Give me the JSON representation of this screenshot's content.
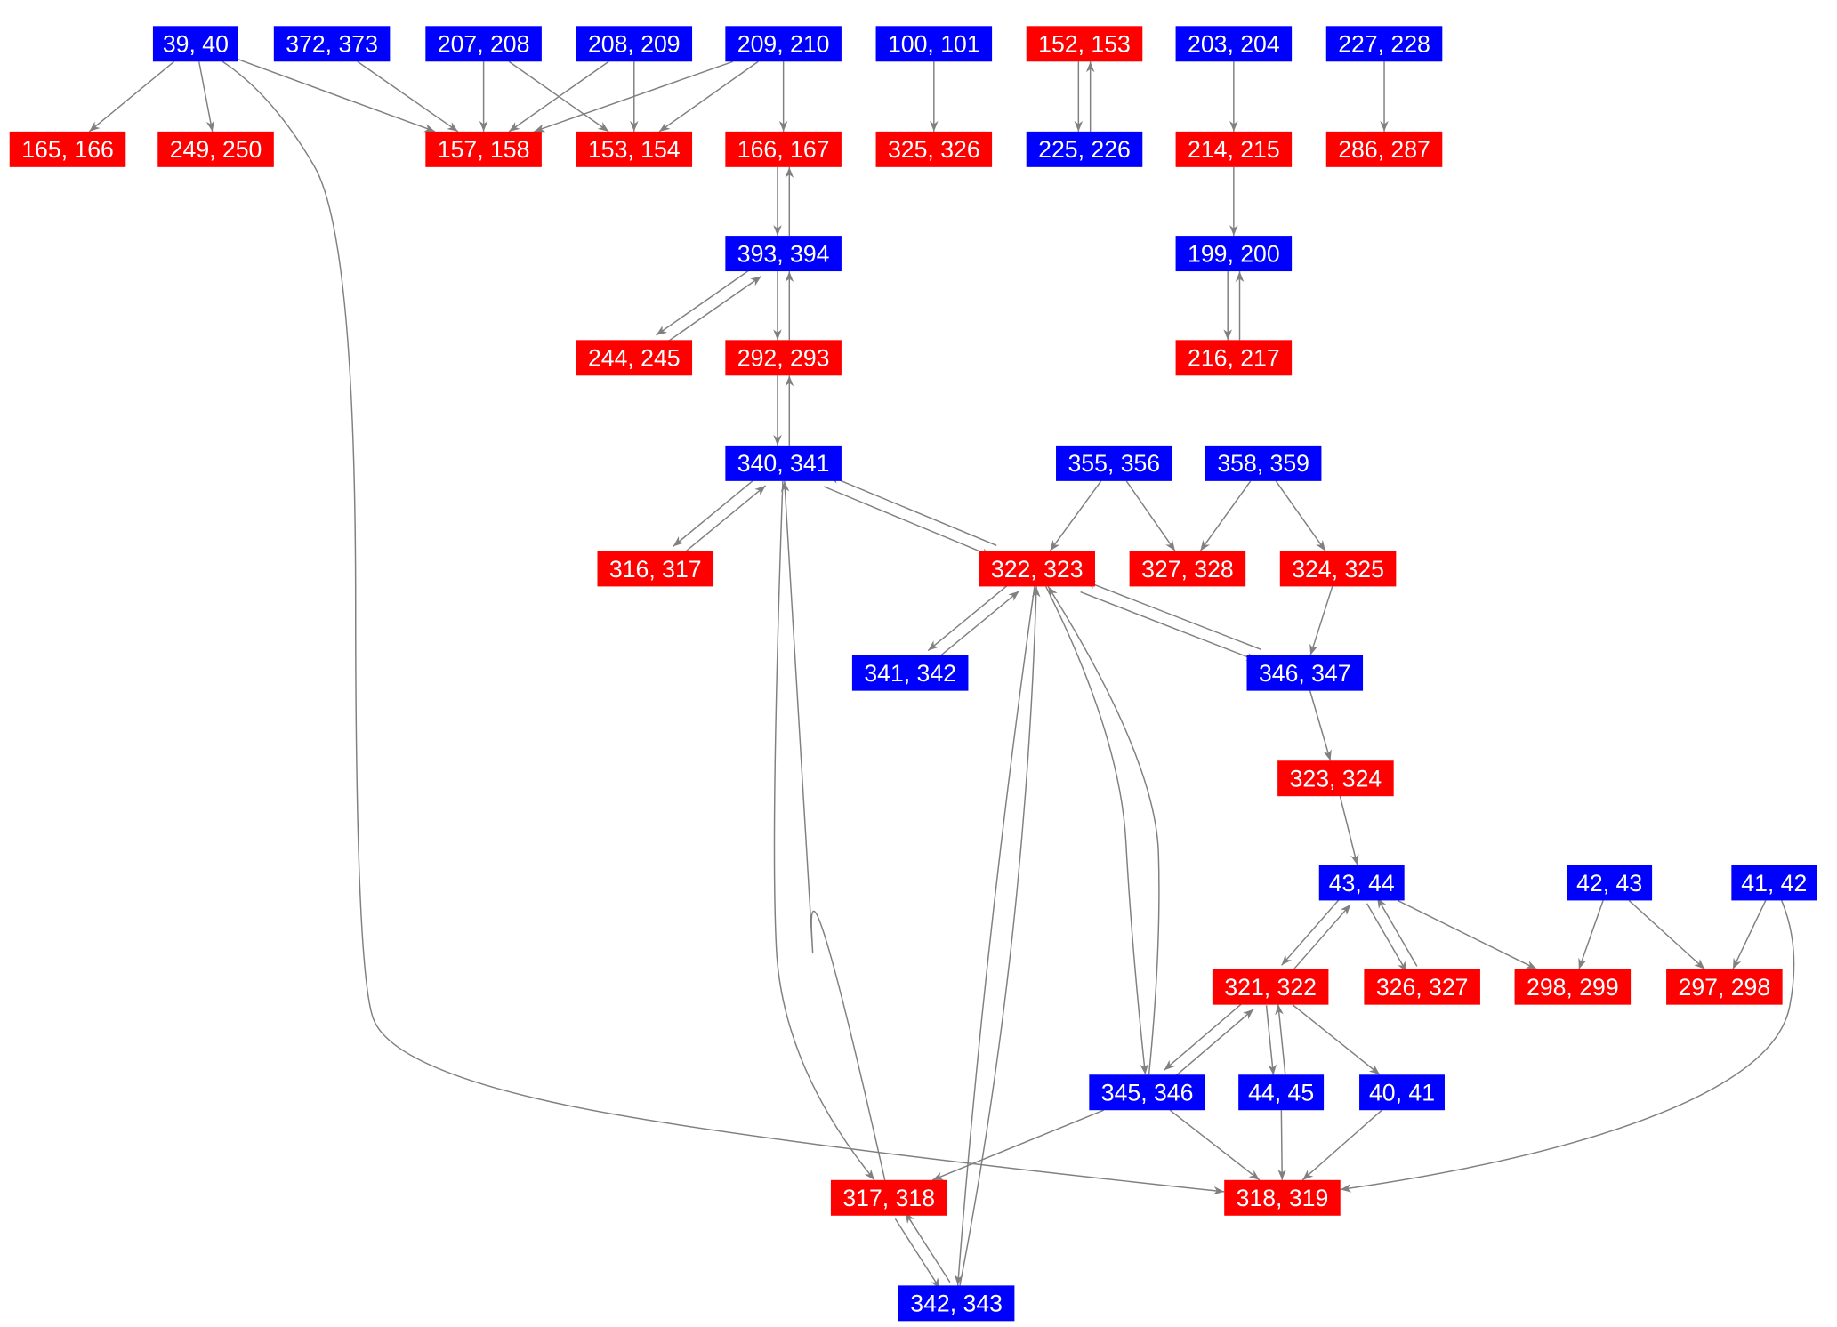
{
  "colors": {
    "blue": "#0000ff",
    "red": "#ff0000",
    "edge": "#808080"
  },
  "nodes": [
    {
      "id": "39, 40",
      "color": "blue"
    },
    {
      "id": "372, 373",
      "color": "blue"
    },
    {
      "id": "207, 208",
      "color": "blue"
    },
    {
      "id": "208, 209",
      "color": "blue"
    },
    {
      "id": "209, 210",
      "color": "blue"
    },
    {
      "id": "100, 101",
      "color": "blue"
    },
    {
      "id": "152, 153",
      "color": "red"
    },
    {
      "id": "203, 204",
      "color": "blue"
    },
    {
      "id": "227, 228",
      "color": "blue"
    },
    {
      "id": "165, 166",
      "color": "red"
    },
    {
      "id": "249, 250",
      "color": "red"
    },
    {
      "id": "157, 158",
      "color": "red"
    },
    {
      "id": "153, 154",
      "color": "red"
    },
    {
      "id": "166, 167",
      "color": "red"
    },
    {
      "id": "325, 326",
      "color": "red"
    },
    {
      "id": "225, 226",
      "color": "blue"
    },
    {
      "id": "214, 215",
      "color": "red"
    },
    {
      "id": "286, 287",
      "color": "red"
    },
    {
      "id": "393, 394",
      "color": "blue"
    },
    {
      "id": "199, 200",
      "color": "blue"
    },
    {
      "id": "244, 245",
      "color": "red"
    },
    {
      "id": "292, 293",
      "color": "red"
    },
    {
      "id": "216, 217",
      "color": "red"
    },
    {
      "id": "340, 341",
      "color": "blue"
    },
    {
      "id": "355, 356",
      "color": "blue"
    },
    {
      "id": "358, 359",
      "color": "blue"
    },
    {
      "id": "316, 317",
      "color": "red"
    },
    {
      "id": "322, 323",
      "color": "red"
    },
    {
      "id": "327, 328",
      "color": "red"
    },
    {
      "id": "324, 325",
      "color": "red"
    },
    {
      "id": "341, 342",
      "color": "blue"
    },
    {
      "id": "346, 347",
      "color": "blue"
    },
    {
      "id": "323, 324",
      "color": "red"
    },
    {
      "id": "43, 44",
      "color": "blue"
    },
    {
      "id": "42, 43",
      "color": "blue"
    },
    {
      "id": "41, 42",
      "color": "blue"
    },
    {
      "id": "321, 322",
      "color": "red"
    },
    {
      "id": "326, 327",
      "color": "red"
    },
    {
      "id": "298, 299",
      "color": "red"
    },
    {
      "id": "297, 298",
      "color": "red"
    },
    {
      "id": "345, 346",
      "color": "blue"
    },
    {
      "id": "44, 45",
      "color": "blue"
    },
    {
      "id": "40, 41",
      "color": "blue"
    },
    {
      "id": "317, 318",
      "color": "red"
    },
    {
      "id": "318, 319",
      "color": "red"
    },
    {
      "id": "342, 343",
      "color": "blue"
    }
  ],
  "edges": [
    [
      "39, 40",
      "165, 166"
    ],
    [
      "39, 40",
      "249, 250"
    ],
    [
      "39, 40",
      "157, 158"
    ],
    [
      "39, 40",
      "318, 319"
    ],
    [
      "372, 373",
      "157, 158"
    ],
    [
      "207, 208",
      "157, 158"
    ],
    [
      "207, 208",
      "153, 154"
    ],
    [
      "208, 209",
      "157, 158"
    ],
    [
      "208, 209",
      "153, 154"
    ],
    [
      "209, 210",
      "157, 158"
    ],
    [
      "209, 210",
      "153, 154"
    ],
    [
      "209, 210",
      "166, 167"
    ],
    [
      "100, 101",
      "325, 326"
    ],
    [
      "152, 153",
      "225, 226"
    ],
    [
      "225, 226",
      "152, 153"
    ],
    [
      "203, 204",
      "214, 215"
    ],
    [
      "214, 215",
      "199, 200"
    ],
    [
      "199, 200",
      "216, 217"
    ],
    [
      "216, 217",
      "199, 200"
    ],
    [
      "227, 228",
      "286, 287"
    ],
    [
      "166, 167",
      "393, 394"
    ],
    [
      "393, 394",
      "166, 167"
    ],
    [
      "393, 394",
      "244, 245"
    ],
    [
      "244, 245",
      "393, 394"
    ],
    [
      "393, 394",
      "292, 293"
    ],
    [
      "292, 293",
      "393, 394"
    ],
    [
      "292, 293",
      "340, 341"
    ],
    [
      "340, 341",
      "292, 293"
    ],
    [
      "340, 341",
      "316, 317"
    ],
    [
      "316, 317",
      "340, 341"
    ],
    [
      "340, 341",
      "322, 323"
    ],
    [
      "322, 323",
      "340, 341"
    ],
    [
      "340, 341",
      "317, 318"
    ],
    [
      "317, 318",
      "340, 341"
    ],
    [
      "355, 356",
      "322, 323"
    ],
    [
      "355, 356",
      "327, 328"
    ],
    [
      "358, 359",
      "327, 328"
    ],
    [
      "358, 359",
      "324, 325"
    ],
    [
      "324, 325",
      "346, 347"
    ],
    [
      "322, 323",
      "341, 342"
    ],
    [
      "341, 342",
      "322, 323"
    ],
    [
      "322, 323",
      "346, 347"
    ],
    [
      "346, 347",
      "322, 323"
    ],
    [
      "322, 323",
      "345, 346"
    ],
    [
      "345, 346",
      "322, 323"
    ],
    [
      "322, 323",
      "342, 343"
    ],
    [
      "342, 343",
      "322, 323"
    ],
    [
      "346, 347",
      "323, 324"
    ],
    [
      "323, 324",
      "43, 44"
    ],
    [
      "43, 44",
      "321, 322"
    ],
    [
      "321, 322",
      "43, 44"
    ],
    [
      "43, 44",
      "326, 327"
    ],
    [
      "326, 327",
      "43, 44"
    ],
    [
      "43, 44",
      "298, 299"
    ],
    [
      "42, 43",
      "298, 299"
    ],
    [
      "42, 43",
      "297, 298"
    ],
    [
      "41, 42",
      "297, 298"
    ],
    [
      "41, 42",
      "318, 319"
    ],
    [
      "321, 322",
      "345, 346"
    ],
    [
      "345, 346",
      "321, 322"
    ],
    [
      "321, 322",
      "44, 45"
    ],
    [
      "44, 45",
      "321, 322"
    ],
    [
      "321, 322",
      "40, 41"
    ],
    [
      "345, 346",
      "317, 318"
    ],
    [
      "345, 346",
      "318, 319"
    ],
    [
      "44, 45",
      "318, 319"
    ],
    [
      "40, 41",
      "318, 319"
    ],
    [
      "317, 318",
      "342, 343"
    ],
    [
      "342, 343",
      "317, 318"
    ]
  ]
}
